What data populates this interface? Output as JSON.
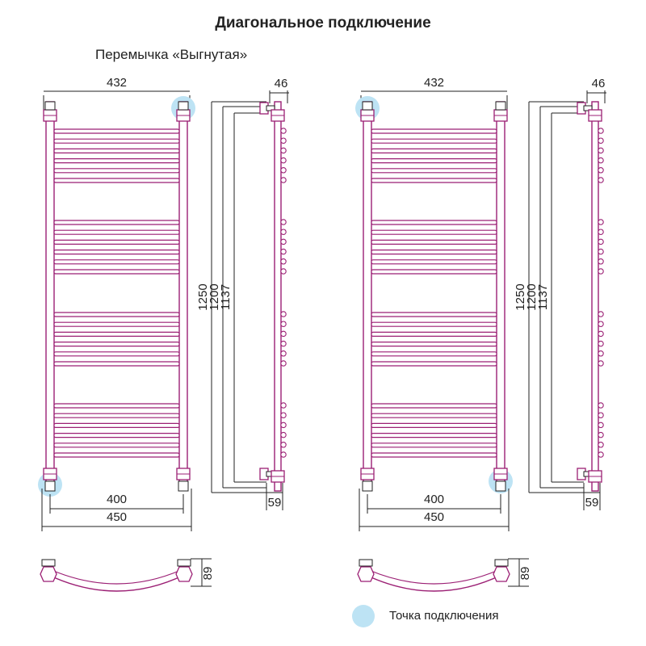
{
  "title": "Диагональное подключение",
  "subtitle": "Перемычка «Выгнутая»",
  "legend": {
    "label": "Точка подключения",
    "color": "#bde3f4"
  },
  "colors": {
    "pipe": "#9b1f74",
    "connection": "#bde3f4",
    "line": "#222222"
  },
  "dimensions": {
    "top_width": "432",
    "bracket_width": "46",
    "inner_width": "400",
    "outer_width": "450",
    "height_total": "1250",
    "height_mid": "1200",
    "height_inner": "1137",
    "bottom_offset": "59",
    "curve_depth": "89"
  },
  "variants": [
    {
      "connection_points": [
        "top-right",
        "bottom-left"
      ]
    },
    {
      "connection_points": [
        "top-left",
        "bottom-right"
      ]
    }
  ],
  "bar_groups": 4,
  "bars_per_group": 6
}
